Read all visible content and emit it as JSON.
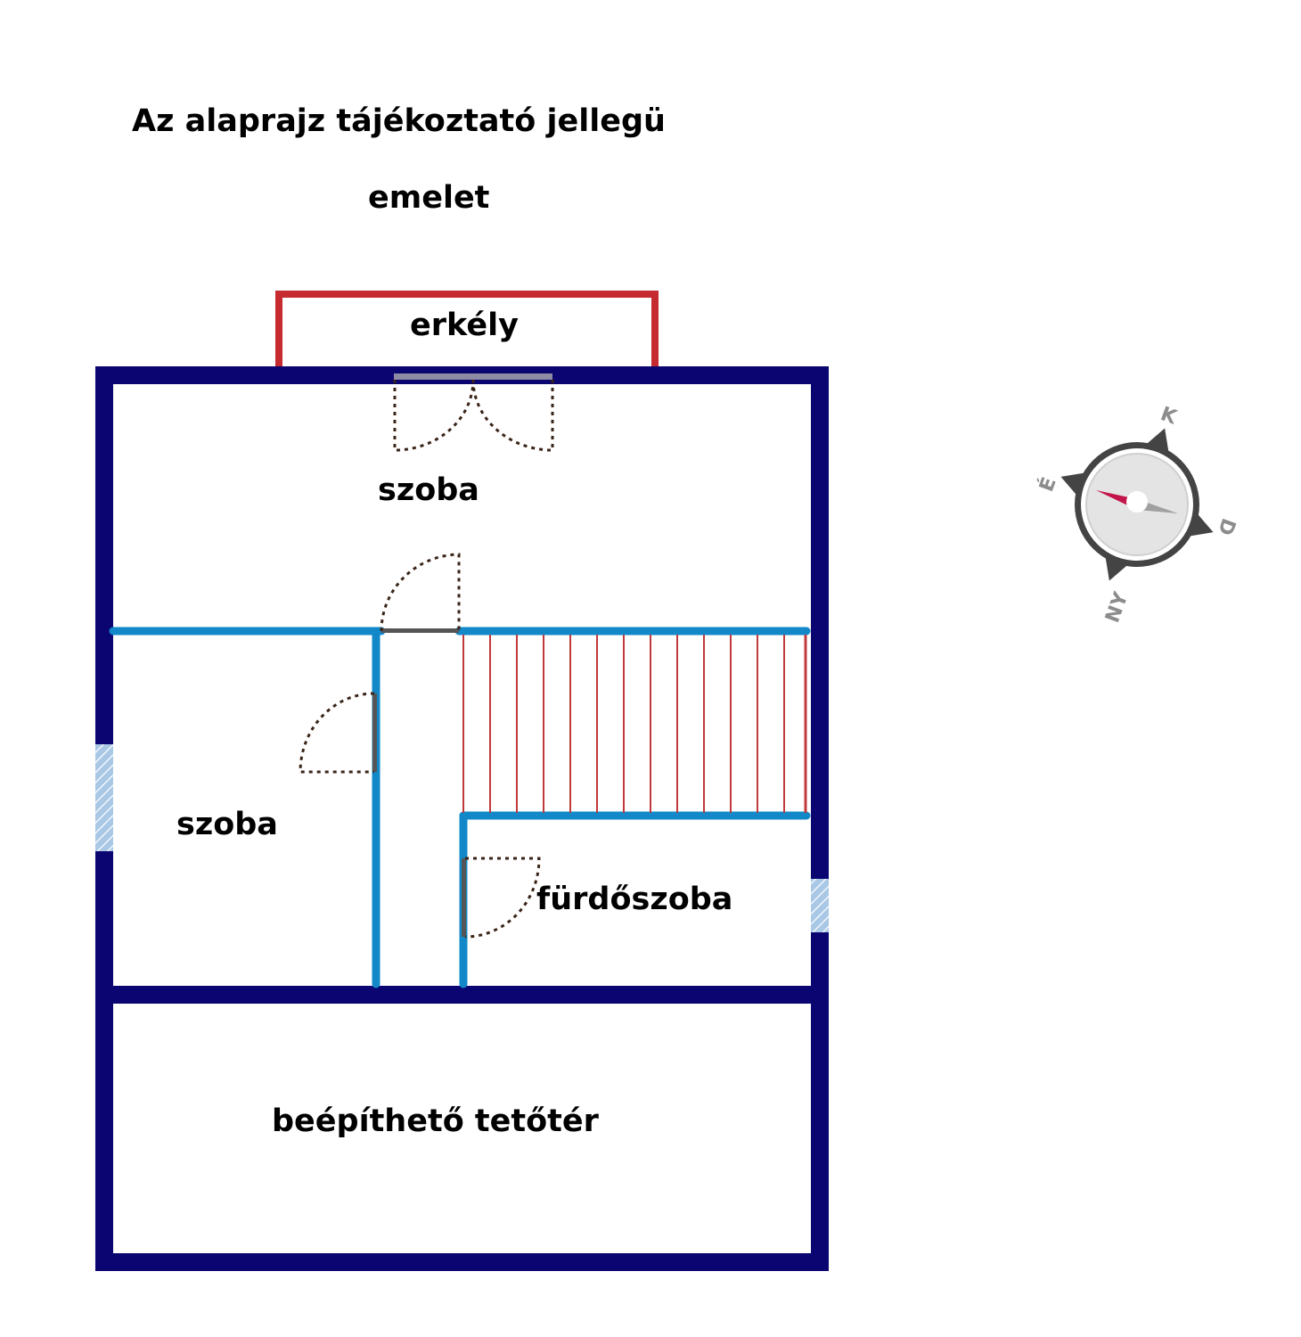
{
  "title": "Az alaprajz tájékoztató jellegü",
  "subtitle": "emelet",
  "rooms": {
    "balcony": "erkély",
    "room_top": "szoba",
    "room_left": "szoba",
    "bathroom": "fürdőszoba",
    "attic": "beépíthető tetőtér"
  },
  "compass": {
    "north": "É",
    "east": "K",
    "south": "D",
    "west": "NY"
  },
  "colors": {
    "outer_wall": "#0a0570",
    "inner_wall": "#1288c8",
    "balcony_rail": "#c62b30",
    "stairs": "#c0393c",
    "window": "#a9c8e6",
    "door_arc": "#3a2418",
    "compass_ring": "#444444",
    "compass_needle_north": "#c3154a",
    "compass_needle_south": "#a0a0a0"
  }
}
